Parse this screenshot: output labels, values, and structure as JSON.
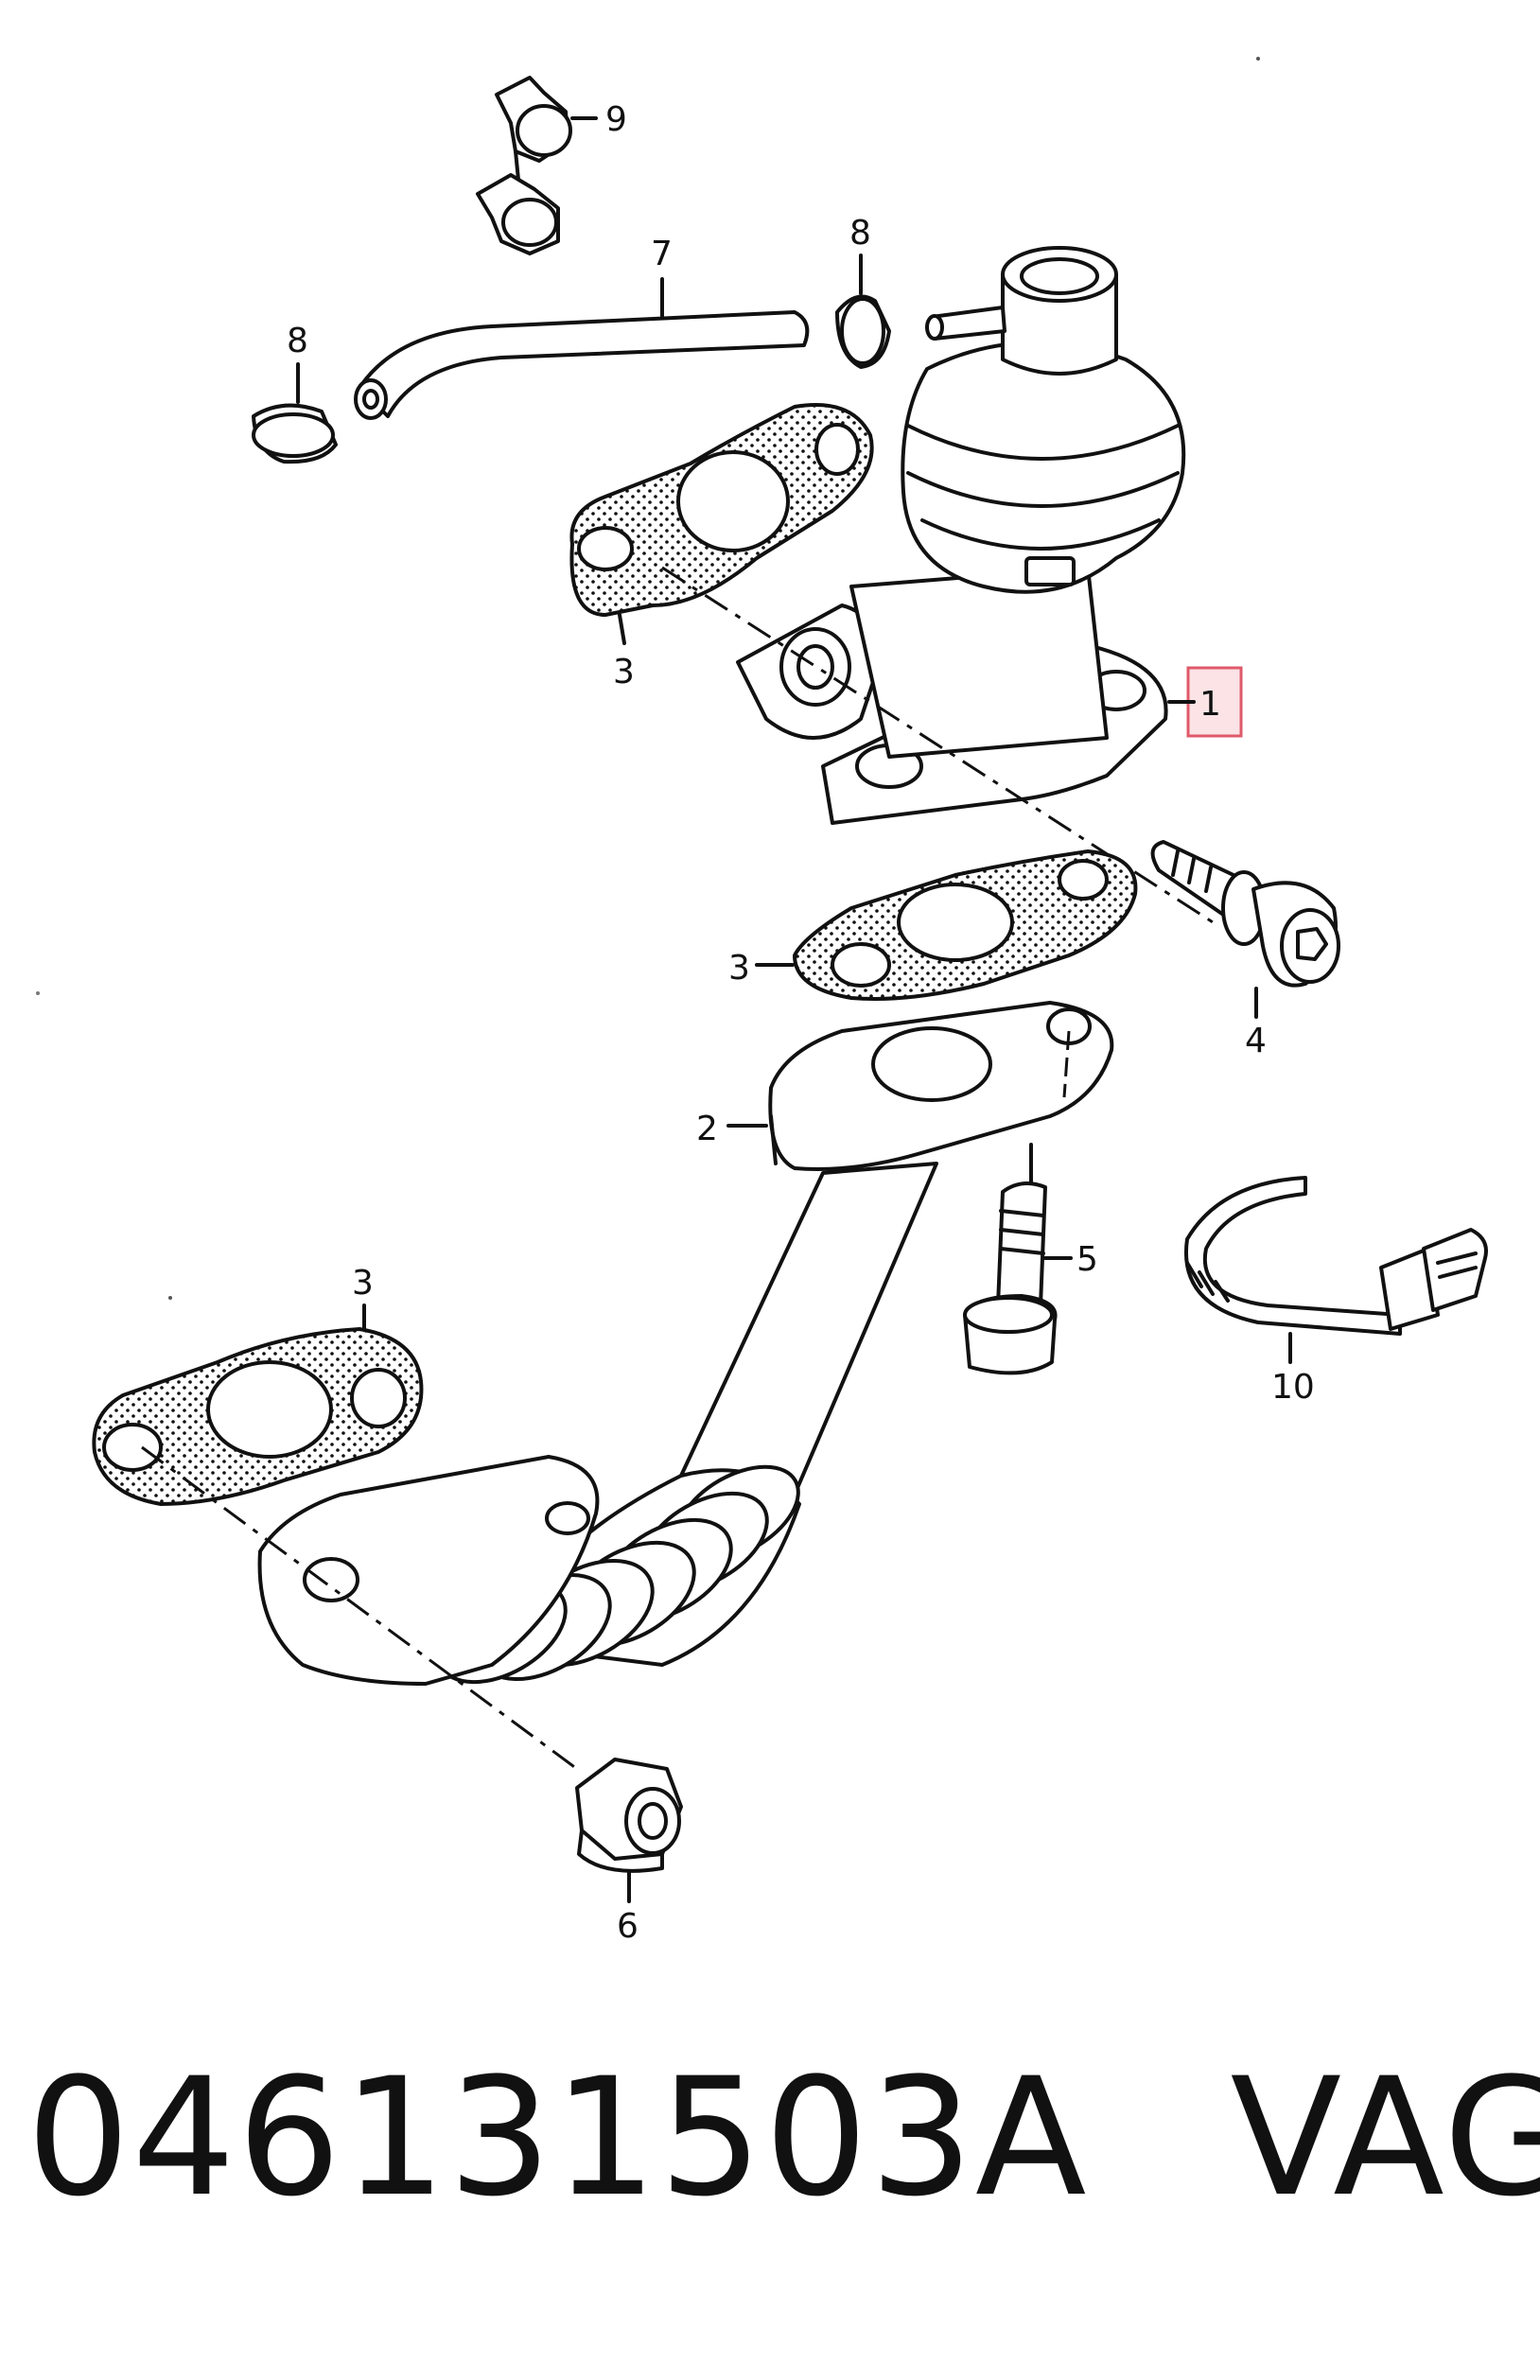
{
  "callouts": {
    "c1": "1",
    "c2": "2",
    "c3a": "3",
    "c3b": "3",
    "c3c": "3",
    "c4": "4",
    "c5": "5",
    "c6": "6",
    "c7": "7",
    "c8a": "8",
    "c8b": "8",
    "c9": "9",
    "c10": "10"
  },
  "caption": {
    "part_number": "046131503A",
    "brand": "VAG"
  },
  "colors": {
    "line": "#111111",
    "highlight_border": "#e05a6a",
    "highlight_fill": "#fbe3e6"
  }
}
